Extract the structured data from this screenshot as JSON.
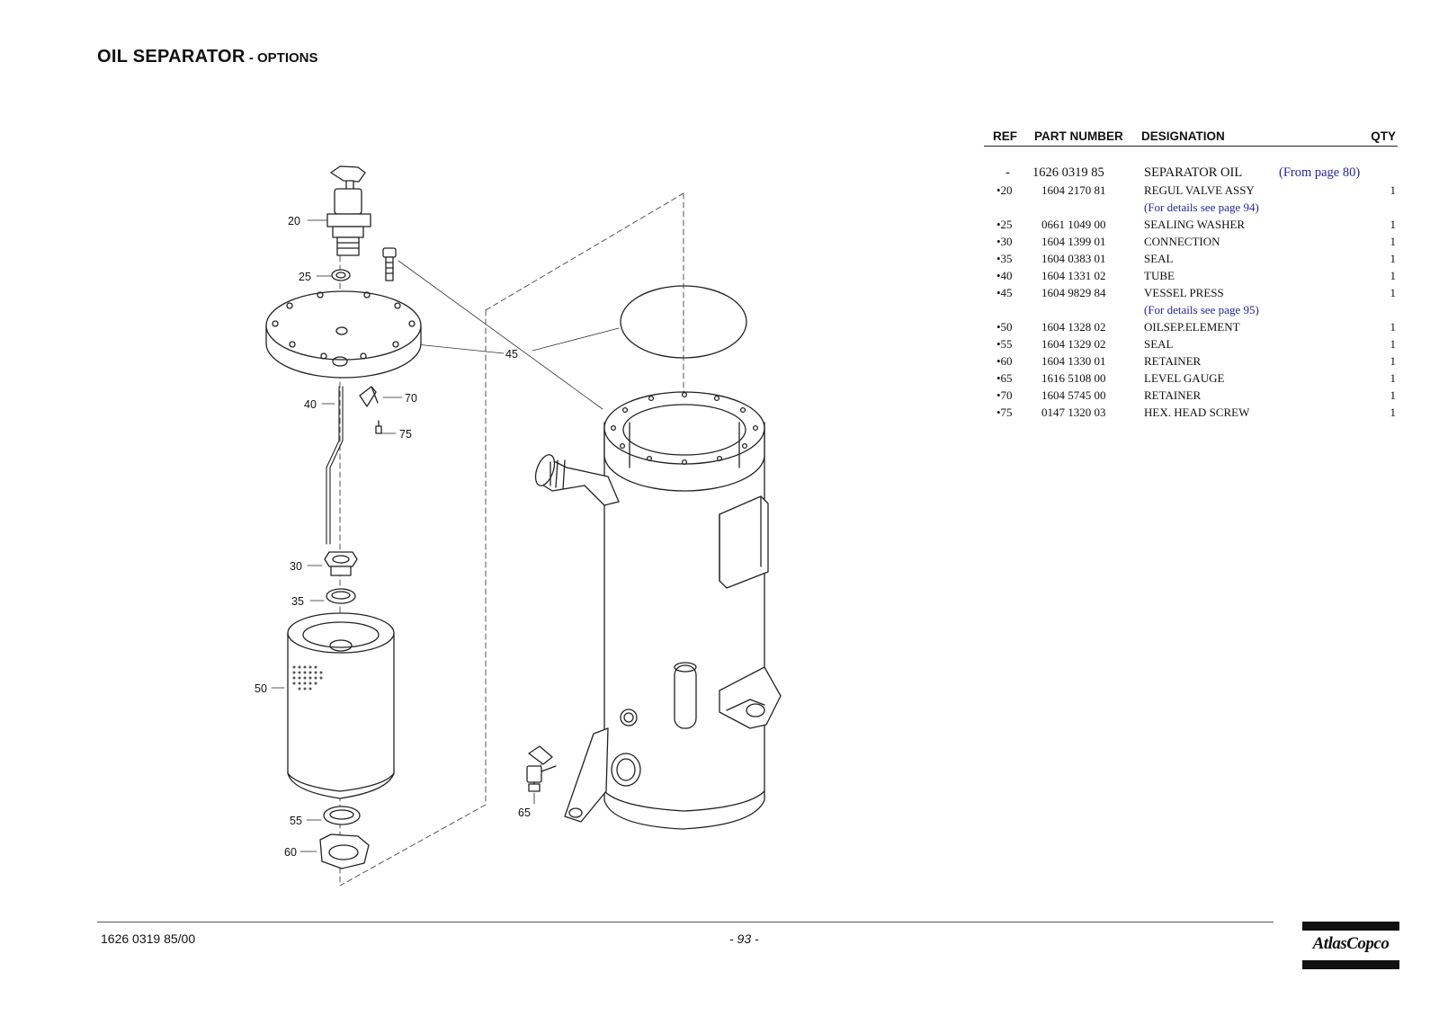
{
  "page": {
    "title_main": "OIL SEPARATOR",
    "title_sub": " - OPTIONS",
    "doc_number": "1626 0319 85/00",
    "page_number": "- 93 -",
    "logo_text": "AtlasCopco"
  },
  "table": {
    "headers": {
      "ref": "REF",
      "part_number": "PART NUMBER",
      "designation": "DESIGNATION",
      "qty": "QTY"
    },
    "main": {
      "ref": "-",
      "part_number": "1626 0319 85",
      "designation": "SEPARATOR OIL",
      "link": "(From page 80)"
    },
    "rows": [
      {
        "ref": "•20",
        "part_number": "1604 2170 81",
        "designation": "REGUL VALVE ASSY",
        "qty": "1"
      },
      {
        "note": "(For details see page 94)"
      },
      {
        "ref": "•25",
        "part_number": "0661 1049 00",
        "designation": "SEALING WASHER",
        "qty": "1"
      },
      {
        "ref": "•30",
        "part_number": "1604 1399 01",
        "designation": "CONNECTION",
        "qty": "1"
      },
      {
        "ref": "•35",
        "part_number": "1604 0383 01",
        "designation": "SEAL",
        "qty": "1"
      },
      {
        "ref": "•40",
        "part_number": "1604 1331 02",
        "designation": "TUBE",
        "qty": "1"
      },
      {
        "ref": "•45",
        "part_number": "1604 9829 84",
        "designation": "VESSEL PRESS",
        "qty": "1"
      },
      {
        "note": "(For details see page 95)"
      },
      {
        "ref": "•50",
        "part_number": "1604 1328 02",
        "designation": "OILSEP.ELEMENT",
        "qty": "1"
      },
      {
        "ref": "•55",
        "part_number": "1604 1329 02",
        "designation": "SEAL",
        "qty": "1"
      },
      {
        "ref": "•60",
        "part_number": "1604 1330 01",
        "designation": "RETAINER",
        "qty": "1"
      },
      {
        "ref": "•65",
        "part_number": "1616 5108 00",
        "designation": "LEVEL GAUGE",
        "qty": "1"
      },
      {
        "ref": "•70",
        "part_number": "1604 5745 00",
        "designation": "RETAINER",
        "qty": "1"
      },
      {
        "ref": "•75",
        "part_number": "0147 1320 03",
        "designation": "HEX. HEAD SCREW",
        "qty": "1"
      }
    ]
  },
  "drawing": {
    "callouts": [
      "20",
      "25",
      "45",
      "40",
      "70",
      "75",
      "30",
      "35",
      "50",
      "55",
      "60",
      "65"
    ]
  }
}
